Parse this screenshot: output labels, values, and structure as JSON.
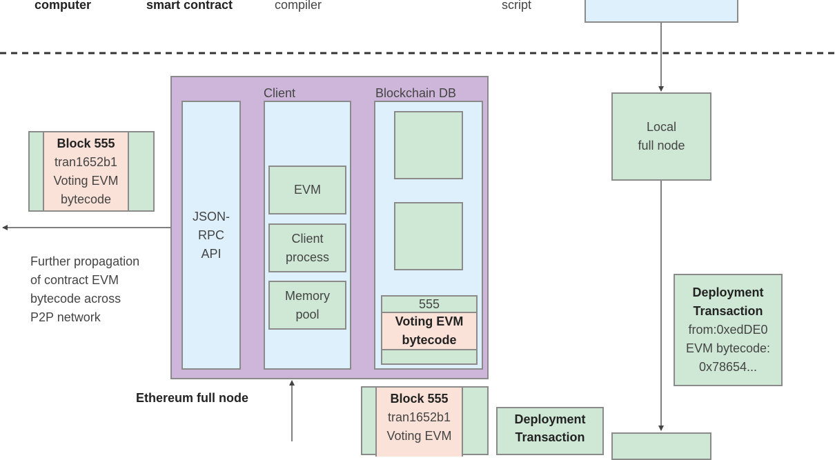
{
  "top_labels": {
    "computer": "computer",
    "smart_contract": "smart contract",
    "compiler": "compiler",
    "script": "script"
  },
  "full_node": {
    "client_label": "Client",
    "blockchain_db_label": "Blockchain DB",
    "json_rpc": "JSON-\nRPC\nAPI",
    "evm": "EVM",
    "client_process": "Client\nprocess",
    "memory_pool": "Memory\npool",
    "block_number": "555",
    "voting_evm_bytecode": "Voting EVM\nbytecode",
    "caption": "Ethereum full node"
  },
  "block_left": {
    "title": "Block 555",
    "line1": "tran1652b1",
    "line2": "Voting EVM",
    "line3": "bytecode"
  },
  "propagation_note": "Further propagation\nof contract EVM\nbytecode across\nP2P network",
  "local_node": {
    "label": "Local\nfull node"
  },
  "deployment_tx_right": {
    "title": "Deployment\nTransaction",
    "line1": "from:0xedDE0",
    "line2": "EVM bytecode:",
    "line3": "0x78654..."
  },
  "block_bottom": {
    "title": "Block 555",
    "line1": "tran1652b1",
    "line2": "Voting EVM"
  },
  "deployment_tx_bottom": {
    "title": "Deployment\nTransaction"
  },
  "colors": {
    "green": "#cfe8d5",
    "blue": "#ddf0fb",
    "purple": "#cdb6d9",
    "pink": "#fbe2d8",
    "border": "#8a8a8a"
  }
}
